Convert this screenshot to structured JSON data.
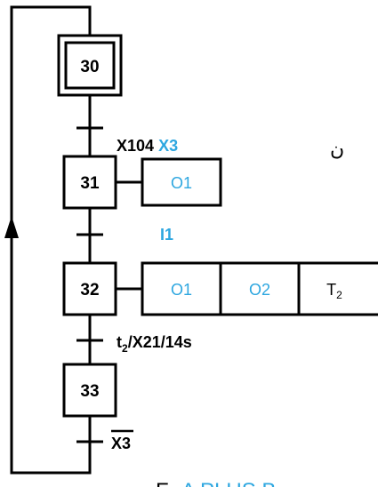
{
  "steps": {
    "s30": "30",
    "s31": "31",
    "s32": "32",
    "s33": "33"
  },
  "actions": {
    "a31_1": "O1",
    "a32_1": "O1",
    "a32_2": "O2",
    "a32_3_base": "T",
    "a32_3_sub": "2"
  },
  "transitions": {
    "t30_a": "X104",
    "t30_b": "X3",
    "t31": "I1",
    "t32_a": "t",
    "t32_sub": "2",
    "t32_b": "/X21/14s",
    "t33": "X3"
  },
  "other": {
    "arabic_fragment": "ن",
    "bottom_partial": "F=A PLUS B"
  },
  "colors": {
    "black": "#000000",
    "blue": "#2ea7e0"
  }
}
